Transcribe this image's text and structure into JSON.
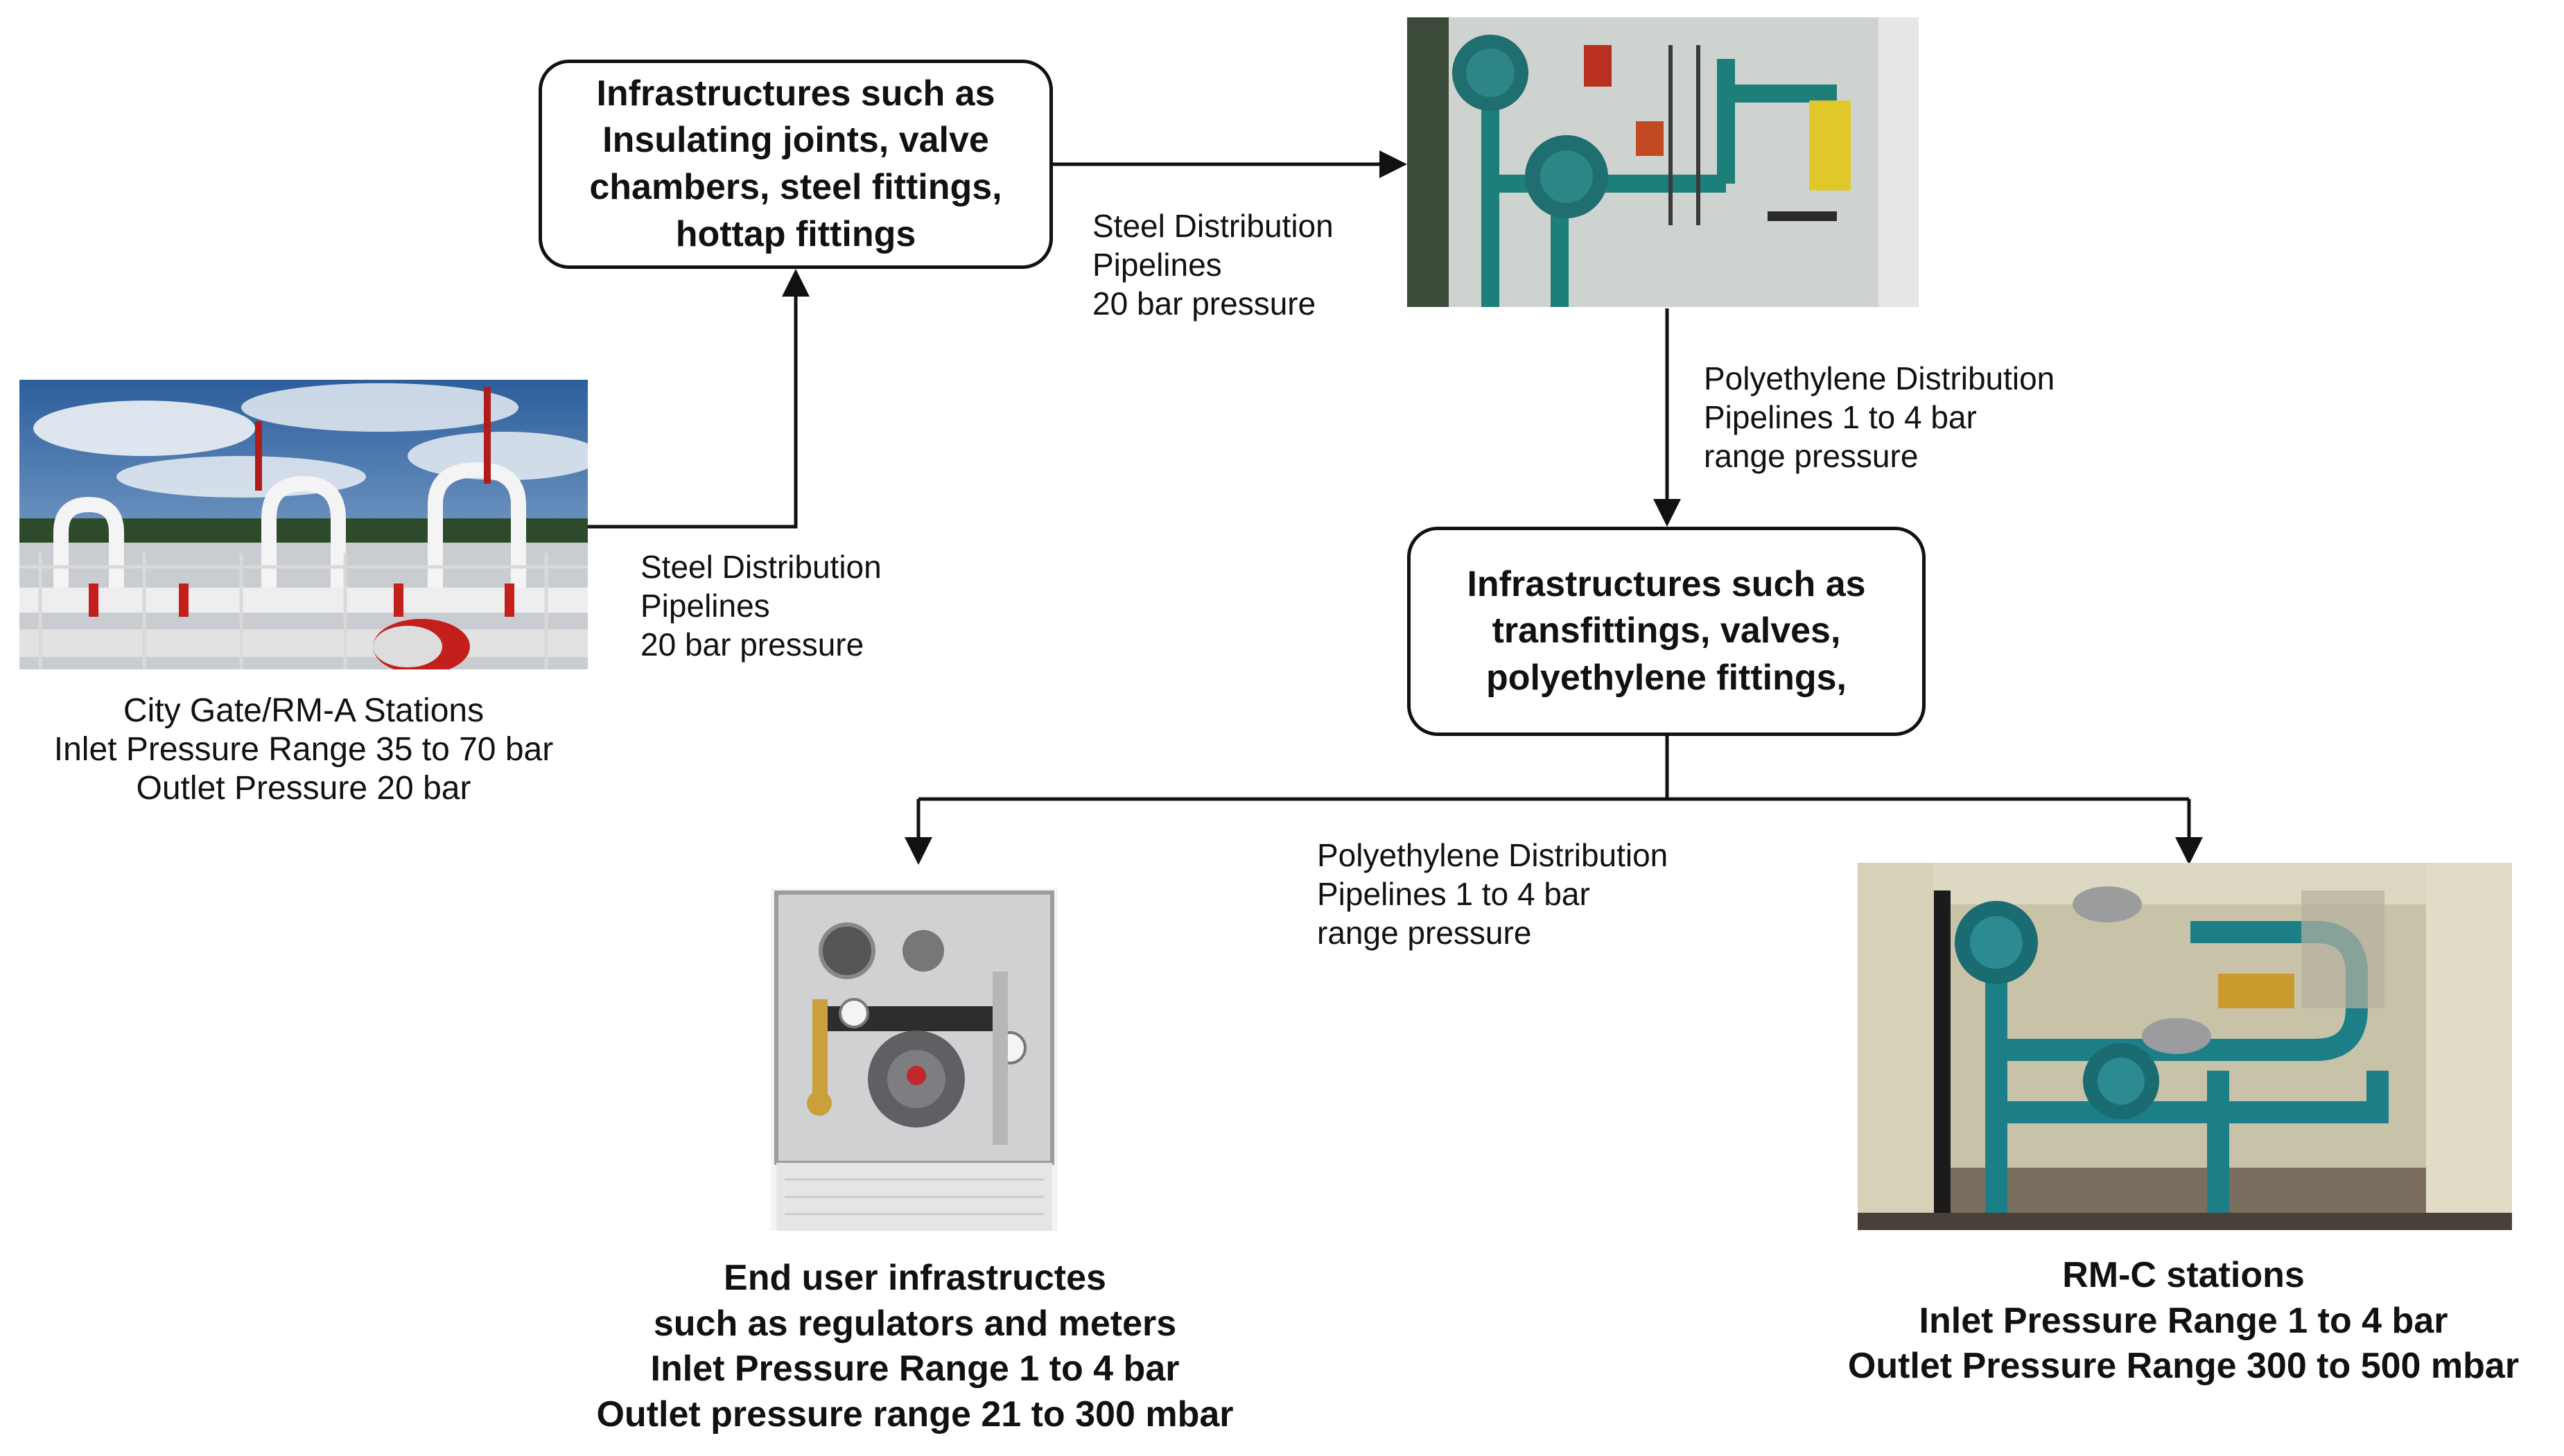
{
  "boxes": {
    "steel_infra": "Infrastructures such as\nInsulating joints, valve\nchambers, steel fittings,\nhottap fittings",
    "pe_infra": "Infrastructures such as\ntransfittings, valves,\npolyethylene fittings,"
  },
  "labels": {
    "steel_pipeline_1": "Steel Distribution\nPipelines\n20 bar pressure",
    "steel_pipeline_2": "Steel Distribution\nPipelines\n20 bar pressure",
    "pe_pipeline_1": "Polyethylene Distribution\nPipelines 1 to 4 bar\nrange pressure",
    "pe_pipeline_2": "Polyethylene Distribution\nPipelines 1 to 4 bar\nrange pressure"
  },
  "captions": {
    "city_gate": "City Gate/RM-A Stations\nInlet Pressure Range 35 to 70 bar\nOutlet Pressure 20 bar",
    "end_user": "End user infrastructes\nsuch as regulators and meters\nInlet Pressure Range 1 to 4 bar\nOutlet pressure range 21 to 300 mbar",
    "rmc": "RM-C stations\nInlet Pressure Range 1 to 4 bar\nOutlet Pressure Range 300 to 500 mbar"
  }
}
